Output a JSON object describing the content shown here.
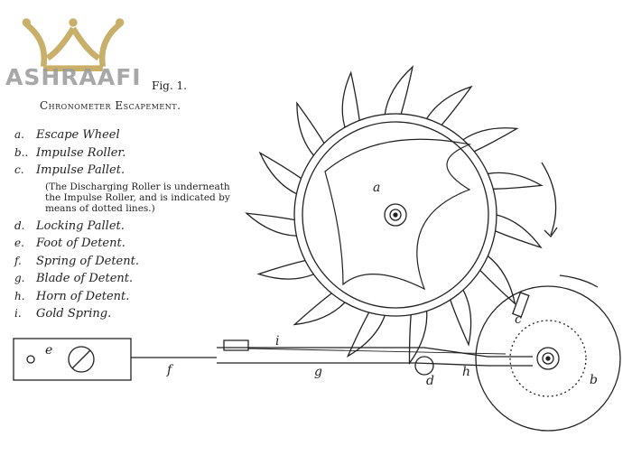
{
  "watermark": {
    "brand": "ASHRAAFI",
    "color": "#c9b06a"
  },
  "figure": {
    "number": "Fig. 1.",
    "title": "Chronometer Escapement."
  },
  "legend": [
    {
      "key": "a.",
      "label": "Escape Wheel"
    },
    {
      "key": "b..",
      "label": "Impulse Roller."
    },
    {
      "key": "c.",
      "label": "Impulse Pallet."
    },
    {
      "key": "d.",
      "label": "Locking Pallet."
    },
    {
      "key": "e.",
      "label": "Foot of Detent."
    },
    {
      "key": "f.",
      "label": "Spring of Detent."
    },
    {
      "key": "g.",
      "label": "Blade of Detent."
    },
    {
      "key": "h.",
      "label": "Horn of Detent."
    },
    {
      "key": "i.",
      "label": "Gold Spring."
    }
  ],
  "note": "(The Discharging Roller is underneath the Impulse Roller, and is indicated by means of dotted lines.)",
  "labels": {
    "a": "a",
    "b": "b",
    "c": "c",
    "d": "d",
    "e": "e",
    "f": "f",
    "g": "g",
    "h": "h",
    "i": "i"
  }
}
